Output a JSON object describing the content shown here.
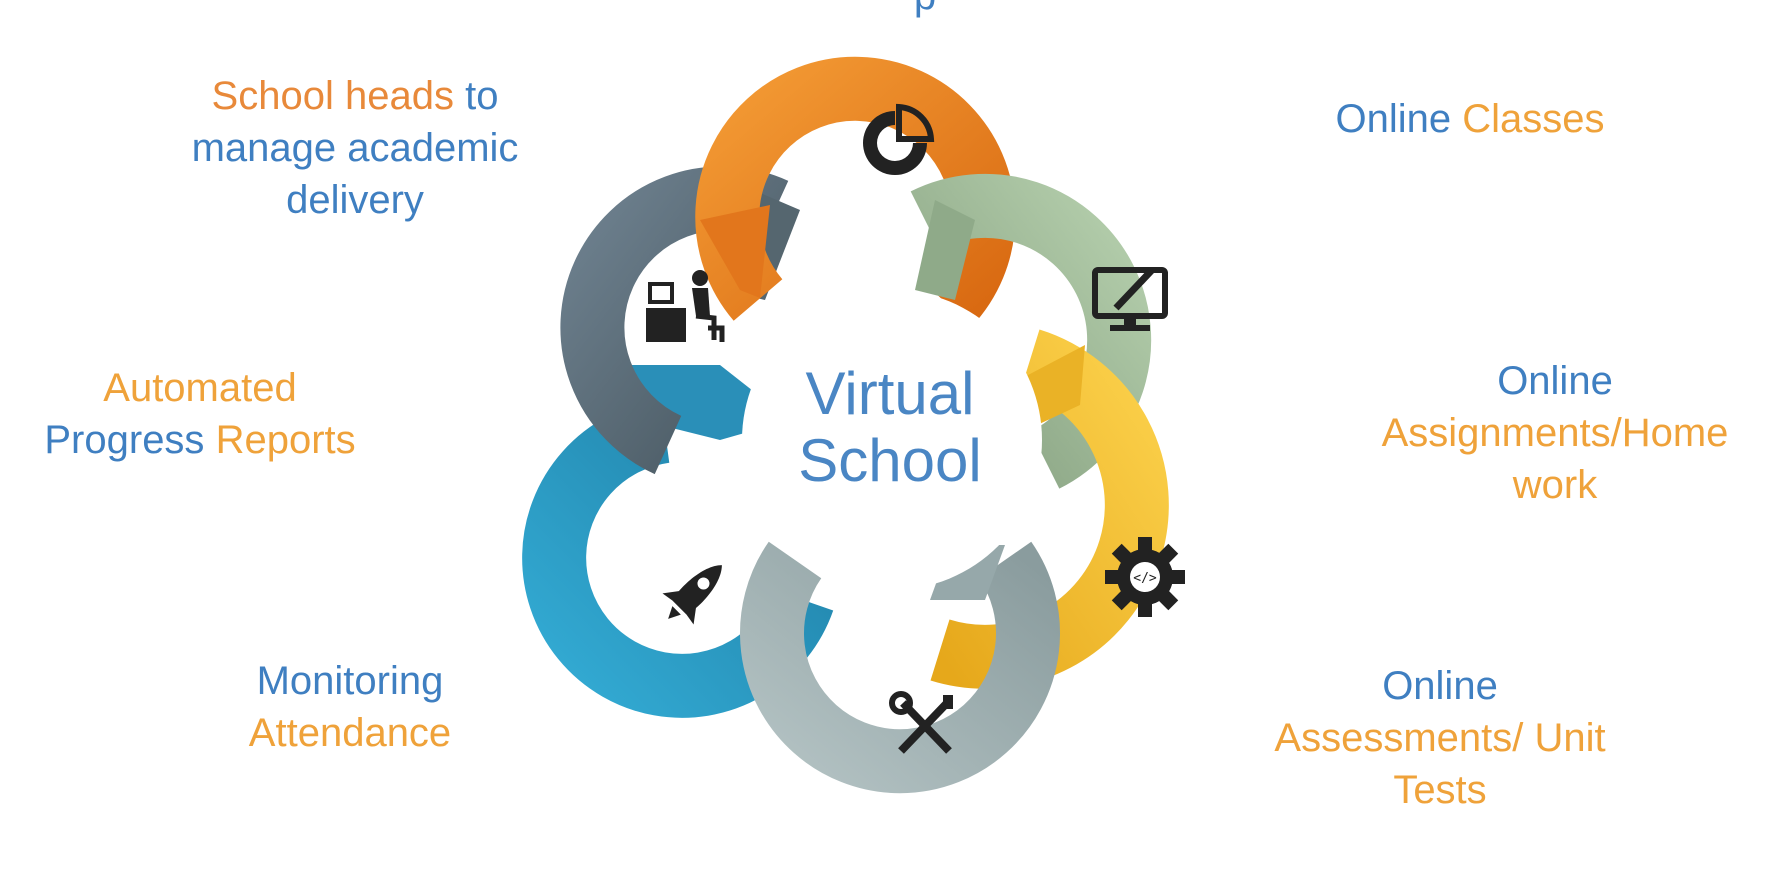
{
  "center": {
    "line1": "Virtual",
    "line2": "School"
  },
  "top_label_partial": "p",
  "labels": {
    "school_heads": {
      "part1": "School heads",
      "part2": "to",
      "line2": "manage academic",
      "line3": "delivery"
    },
    "online_classes": {
      "part1": "Online",
      "part2": "Classes"
    },
    "online_assignments": {
      "line1": "Online",
      "line2": "Assignments/Home",
      "line3": "work"
    },
    "online_assessments": {
      "line1": "Online",
      "line2": "Assessments/ Unit",
      "line3": "Tests"
    },
    "monitoring_attendance": {
      "line1": "Monitoring",
      "line2": "Attendance"
    },
    "progress_reports": {
      "line1": "Automated",
      "line2a": "Progress",
      "line2b": "Reports"
    }
  },
  "petals": [
    {
      "name": "petal-orange",
      "color": "#f08624",
      "icon": "pie-chart-icon"
    },
    {
      "name": "petal-green",
      "color": "#a8c3a0",
      "icon": "monitor-pen-icon"
    },
    {
      "name": "petal-yellow",
      "color": "#f8c52e",
      "icon": "gear-code-icon"
    },
    {
      "name": "petal-gray",
      "color": "#a6b7b8",
      "icon": "tools-icon"
    },
    {
      "name": "petal-blue",
      "color": "#2e9ec9",
      "icon": "rocket-icon"
    },
    {
      "name": "petal-slate",
      "color": "#5c6e7c",
      "icon": "person-at-desk-icon"
    }
  ],
  "colors": {
    "blue_text": "#3f7fc1",
    "orange_text": "#efa23a"
  }
}
